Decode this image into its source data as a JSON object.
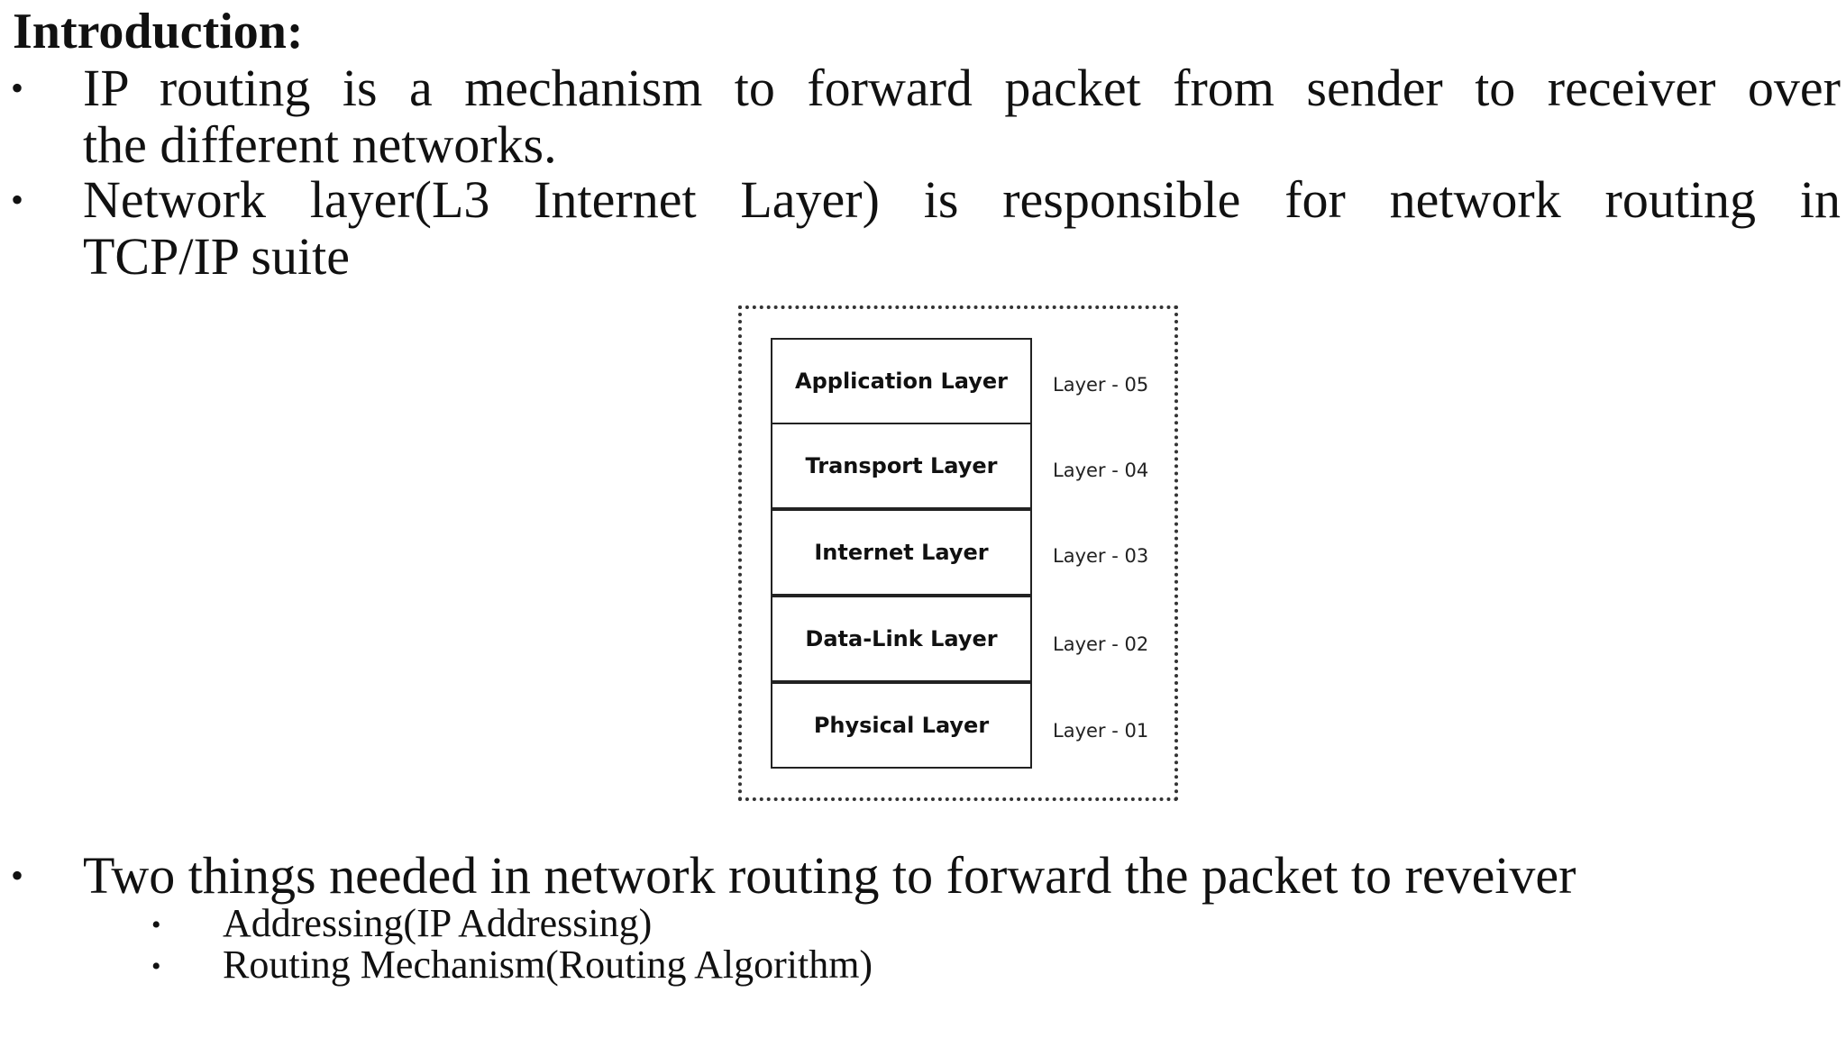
{
  "heading": "Introduction:",
  "bullets": [
    {
      "line1": "IP routing is a mechanism to forward packet from sender to receiver over",
      "line2": "the different networks."
    },
    {
      "line1": "Network layer(L3 Internet Layer) is responsible for network routing in",
      "line2": "TCP/IP suite"
    },
    {
      "text": "Two things needed in network routing to forward the packet to reveiver",
      "sub_items": [
        "Addressing(IP Addressing)",
        "Routing Mechanism(Routing Algorithm)"
      ]
    }
  ],
  "bullet_symbol": "•",
  "diagram": {
    "layers": [
      {
        "name": "Application Layer",
        "number": "Layer - 05"
      },
      {
        "name": "Transport Layer",
        "number": "Layer - 04"
      },
      {
        "name": "Internet Layer",
        "number": "Layer - 03"
      },
      {
        "name": "Data-Link Layer",
        "number": "Layer - 02"
      },
      {
        "name": "Physical Layer",
        "number": "Layer - 01"
      }
    ]
  }
}
